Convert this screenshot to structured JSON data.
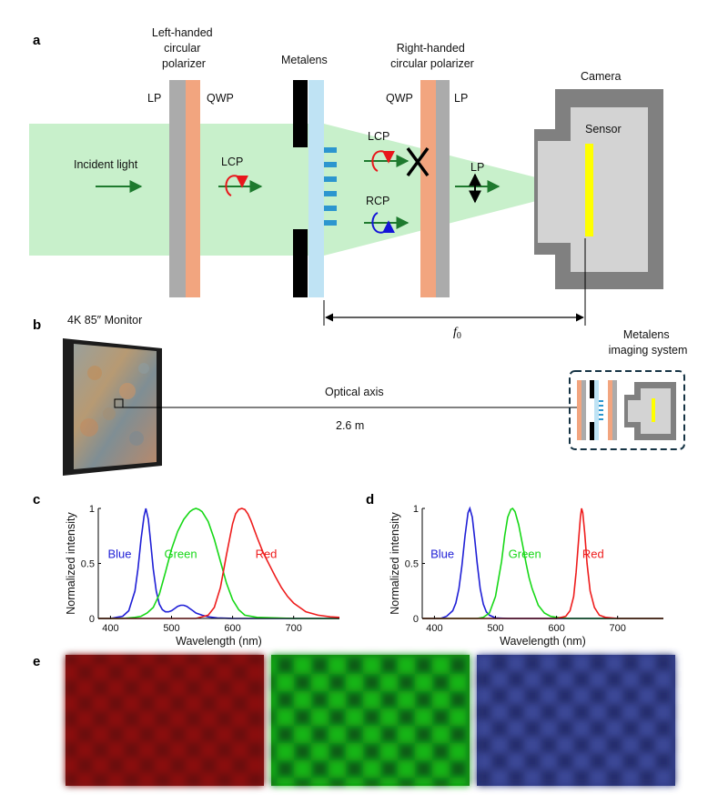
{
  "panels": {
    "a": "a",
    "b": "b",
    "c": "c",
    "d": "d",
    "e": "e"
  },
  "diagram_a": {
    "left_polarizer_title": [
      "Left-handed",
      "circular",
      "polarizer"
    ],
    "lp_left": "LP",
    "qwp_left": "QWP",
    "metalens": "Metalens",
    "right_polarizer_title": [
      "Right-handed",
      "circular polarizer"
    ],
    "qwp_right": "QWP",
    "lp_right": "LP",
    "camera": "Camera",
    "sensor": "Sensor",
    "incident_light": "Incident light",
    "lcp_in": "LCP",
    "lcp_out": "LCP",
    "rcp_out": "RCP",
    "lp_out": "LP",
    "focal_italic": "f",
    "focal_sub": "0"
  },
  "diagram_b": {
    "monitor": "4K 85″ Monitor",
    "optical_axis": "Optical axis",
    "distance": "2.6 m",
    "system_title": [
      "Metalens",
      "imaging system"
    ]
  },
  "chart_data": [
    {
      "type": "line",
      "panel": "c",
      "xlabel": "Wavelength (nm)",
      "ylabel": "Normalized intensity",
      "xlim": [
        380,
        775
      ],
      "ylim": [
        0,
        1
      ],
      "xticks": [
        400,
        500,
        600,
        700
      ],
      "yticks": [
        0,
        0.5,
        1
      ],
      "ytick_labels": [
        "0",
        "0.5",
        "1"
      ],
      "grid": false,
      "series": [
        {
          "name": "Blue",
          "color": "#1f1fd6",
          "x": [
            380,
            400,
            420,
            430,
            440,
            445,
            450,
            455,
            458,
            462,
            466,
            470,
            475,
            480,
            485,
            490,
            495,
            500,
            505,
            510,
            515,
            520,
            525,
            530,
            535,
            540,
            550,
            560,
            575,
            600,
            650,
            700,
            775
          ],
          "y": [
            0,
            0,
            0.02,
            0.07,
            0.25,
            0.45,
            0.72,
            0.93,
            1.0,
            0.9,
            0.68,
            0.45,
            0.25,
            0.13,
            0.08,
            0.06,
            0.06,
            0.07,
            0.09,
            0.11,
            0.12,
            0.12,
            0.11,
            0.09,
            0.07,
            0.05,
            0.03,
            0.015,
            0.005,
            0,
            0,
            0,
            0
          ]
        },
        {
          "name": "Green",
          "color": "#17d817",
          "x": [
            380,
            420,
            440,
            450,
            460,
            470,
            480,
            490,
            500,
            510,
            520,
            530,
            535,
            540,
            545,
            550,
            560,
            570,
            580,
            590,
            600,
            610,
            620,
            640,
            700,
            775
          ],
          "y": [
            0,
            0,
            0.01,
            0.02,
            0.05,
            0.1,
            0.22,
            0.42,
            0.63,
            0.79,
            0.9,
            0.97,
            0.99,
            1.0,
            0.99,
            0.97,
            0.88,
            0.72,
            0.52,
            0.32,
            0.17,
            0.08,
            0.03,
            0.01,
            0,
            0
          ]
        },
        {
          "name": "Red",
          "color": "#ee1c1c",
          "x": [
            380,
            540,
            560,
            570,
            580,
            590,
            600,
            605,
            610,
            615,
            620,
            625,
            630,
            640,
            650,
            660,
            670,
            680,
            690,
            700,
            720,
            740,
            760,
            775
          ],
          "y": [
            0,
            0,
            0.03,
            0.1,
            0.28,
            0.58,
            0.86,
            0.95,
            0.99,
            1.0,
            0.99,
            0.95,
            0.89,
            0.74,
            0.6,
            0.49,
            0.38,
            0.28,
            0.2,
            0.14,
            0.06,
            0.03,
            0.015,
            0.01
          ]
        }
      ],
      "annotations": [
        "Blue",
        "Green",
        "Red"
      ]
    },
    {
      "type": "line",
      "panel": "d",
      "xlabel": "Wavelength (nm)",
      "ylabel": "Normalized intensity",
      "xlim": [
        380,
        775
      ],
      "ylim": [
        0,
        1
      ],
      "xticks": [
        400,
        500,
        600,
        700
      ],
      "yticks": [
        0,
        0.5,
        1
      ],
      "ytick_labels": [
        "0",
        "0.5",
        "1"
      ],
      "grid": false,
      "series": [
        {
          "name": "Blue",
          "color": "#1f1fd6",
          "x": [
            380,
            410,
            420,
            430,
            435,
            440,
            445,
            450,
            455,
            458,
            462,
            466,
            470,
            475,
            480,
            485,
            490,
            500,
            520,
            775
          ],
          "y": [
            0,
            0,
            0.02,
            0.07,
            0.14,
            0.27,
            0.48,
            0.75,
            0.96,
            1.0,
            0.92,
            0.72,
            0.5,
            0.27,
            0.13,
            0.06,
            0.03,
            0.005,
            0,
            0
          ]
        },
        {
          "name": "Green",
          "color": "#17d817",
          "x": [
            380,
            470,
            480,
            490,
            500,
            510,
            515,
            520,
            525,
            528,
            532,
            538,
            545,
            550,
            555,
            560,
            570,
            580,
            590,
            600,
            620,
            775
          ],
          "y": [
            0,
            0,
            0.01,
            0.05,
            0.2,
            0.52,
            0.75,
            0.92,
            0.99,
            1.0,
            0.97,
            0.85,
            0.65,
            0.5,
            0.37,
            0.27,
            0.12,
            0.05,
            0.02,
            0.01,
            0,
            0
          ]
        },
        {
          "name": "Red",
          "color": "#ee1c1c",
          "x": [
            380,
            600,
            615,
            622,
            628,
            632,
            636,
            639,
            641,
            643,
            646,
            650,
            655,
            662,
            670,
            680,
            700,
            775
          ],
          "y": [
            0,
            0,
            0.02,
            0.07,
            0.2,
            0.42,
            0.7,
            0.92,
            1.0,
            0.96,
            0.78,
            0.5,
            0.25,
            0.1,
            0.03,
            0.01,
            0,
            0
          ]
        }
      ],
      "annotations": [
        "Blue",
        "Green",
        "Red"
      ]
    }
  ],
  "colors": {
    "blue": "#1f1fd6",
    "green": "#17d817",
    "red": "#ee1c1c",
    "light_green": "#c8f0cb",
    "polarizer_gray": "#ababab",
    "qwp_salmon": "#f2a57f",
    "lens_blue": "#bfe3f4",
    "sensor_yellow": "#ffff00"
  }
}
